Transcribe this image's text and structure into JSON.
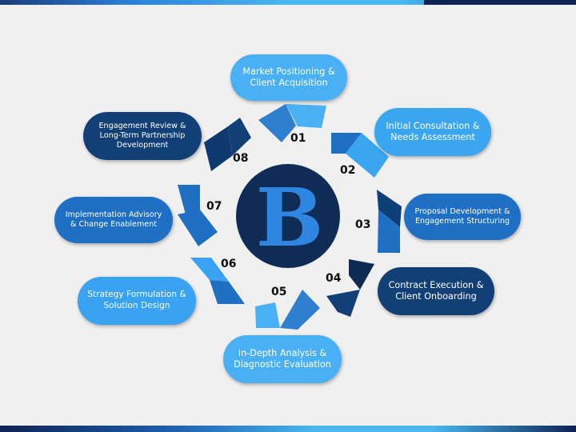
{
  "logo": {
    "letter": "B"
  },
  "colors": {
    "background": "#f0f0f0",
    "navy": "#0f2c56",
    "dark_blue": "#1b4f94",
    "mid_blue": "#1f6fc4",
    "light_blue": "#3aa0f0",
    "sky_blue": "#4fb3f5"
  },
  "steps": [
    {
      "number": "01",
      "label": "Market Positioning & Client Acquisition",
      "color": "#4ab0f5"
    },
    {
      "number": "02",
      "label": "Initial Consultation & Needs Assessment",
      "color": "#3aa6f2"
    },
    {
      "number": "03",
      "label": "Proposal Development & Engagement Structuring",
      "color": "#1f6fc4"
    },
    {
      "number": "04",
      "label": "Contract Execution & Client Onboarding",
      "color": "#123f75"
    },
    {
      "number": "05",
      "label": "In-Depth Analysis & Diagnostic Evaluation",
      "color": "#4ab0f5"
    },
    {
      "number": "06",
      "label": "Strategy Formulation & Solution Design",
      "color": "#3aa2f2"
    },
    {
      "number": "07",
      "label": "Implementation Advisory & Change Enablement",
      "color": "#1f6fc4"
    },
    {
      "number": "08",
      "label": "Engagement Review & Long-Term Partnership Development",
      "color": "#123f75"
    }
  ]
}
